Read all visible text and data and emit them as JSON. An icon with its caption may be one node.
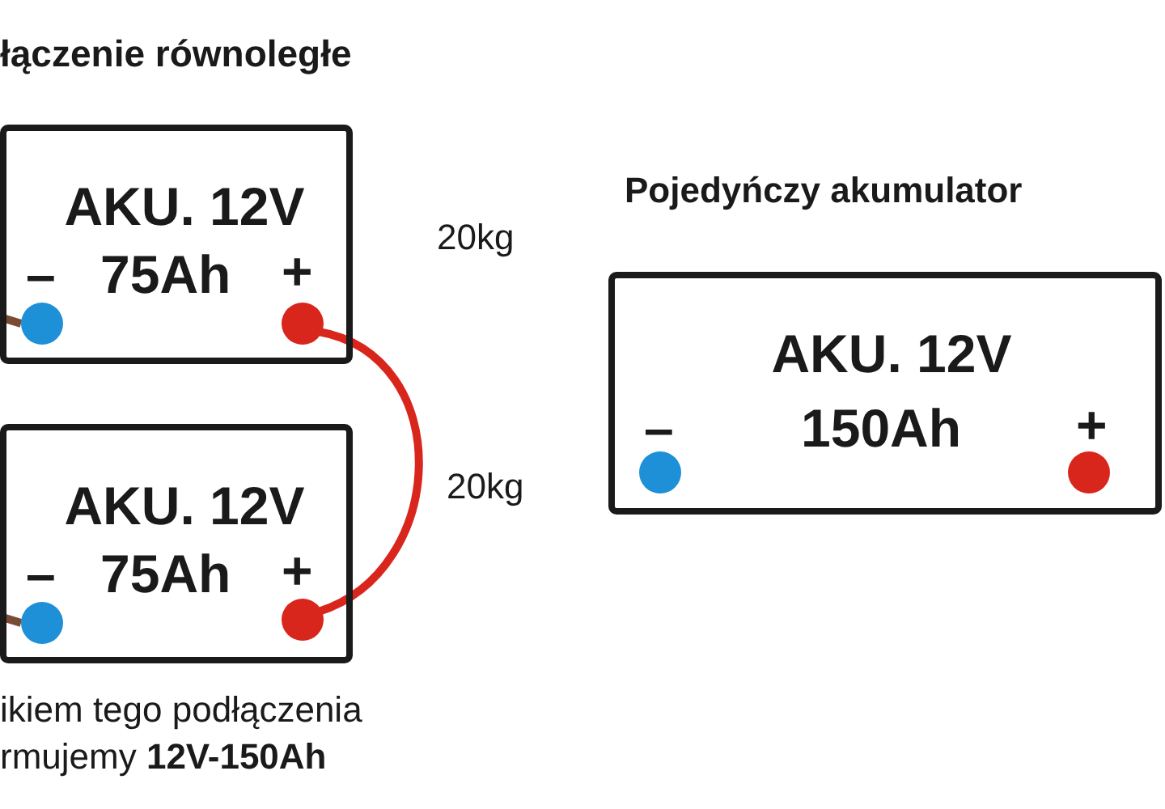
{
  "diagram": {
    "title": "łączenie równoległe",
    "nodes": [
      {
        "text": [
          "AKU. 12V",
          "–",
          "75Ah",
          "+"
        ],
        "beside": [
          "20kg"
        ]
      },
      {
        "text": [],
        "shape": "circle",
        "in": 0
      },
      {
        "text": [],
        "shape": "circle",
        "in": 0
      },
      {
        "text": [
          "AKU. 12V",
          "–",
          "75Ah",
          "+"
        ],
        "beside": [
          "20kg"
        ]
      },
      {
        "text": [],
        "shape": "circle",
        "in": 3
      },
      {
        "text": [],
        "shape": "circle",
        "in": 3
      },
      {
        "text": [
          "Pojedyńczy akumulator",
          "AKU. 12V",
          "–",
          "150Ah",
          "+"
        ]
      },
      {
        "text": [],
        "shape": "circle",
        "in": 6
      },
      {
        "text": [],
        "shape": "circle",
        "in": 6
      }
    ],
    "edges": [
      {
        "from": null,
        "to": 1,
        "arrow": "none",
        "color": "#7a4a35"
      },
      {
        "from": 2,
        "to": 5,
        "arrow": "none",
        "color": "#d9261c"
      },
      {
        "from": null,
        "to": 4,
        "arrow": "none",
        "color": "#7a4a35"
      }
    ],
    "labels": [
      "ikiem tego podłączenia rmujemy  **12V-150Ah**"
    ]
  }
}
